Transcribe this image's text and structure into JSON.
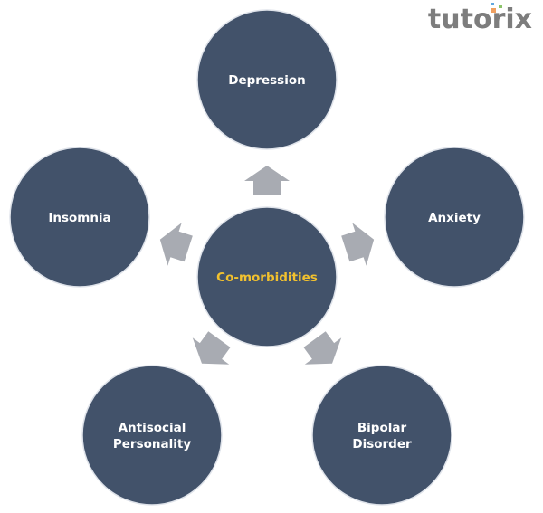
{
  "logo": "tutorix",
  "center": {
    "label": "Co-morbidities"
  },
  "nodes": [
    {
      "lines": [
        "Depression"
      ]
    },
    {
      "lines": [
        "Anxiety"
      ]
    },
    {
      "lines": [
        "Bipolar",
        "Disorder"
      ]
    },
    {
      "lines": [
        "Antisocial",
        "Personality"
      ]
    },
    {
      "lines": [
        "Insomnia"
      ]
    }
  ],
  "colors": {
    "circle": "#42526a",
    "arrow": "#a8abb2",
    "center_text": "#f2c12e",
    "text": "#ffffff"
  }
}
